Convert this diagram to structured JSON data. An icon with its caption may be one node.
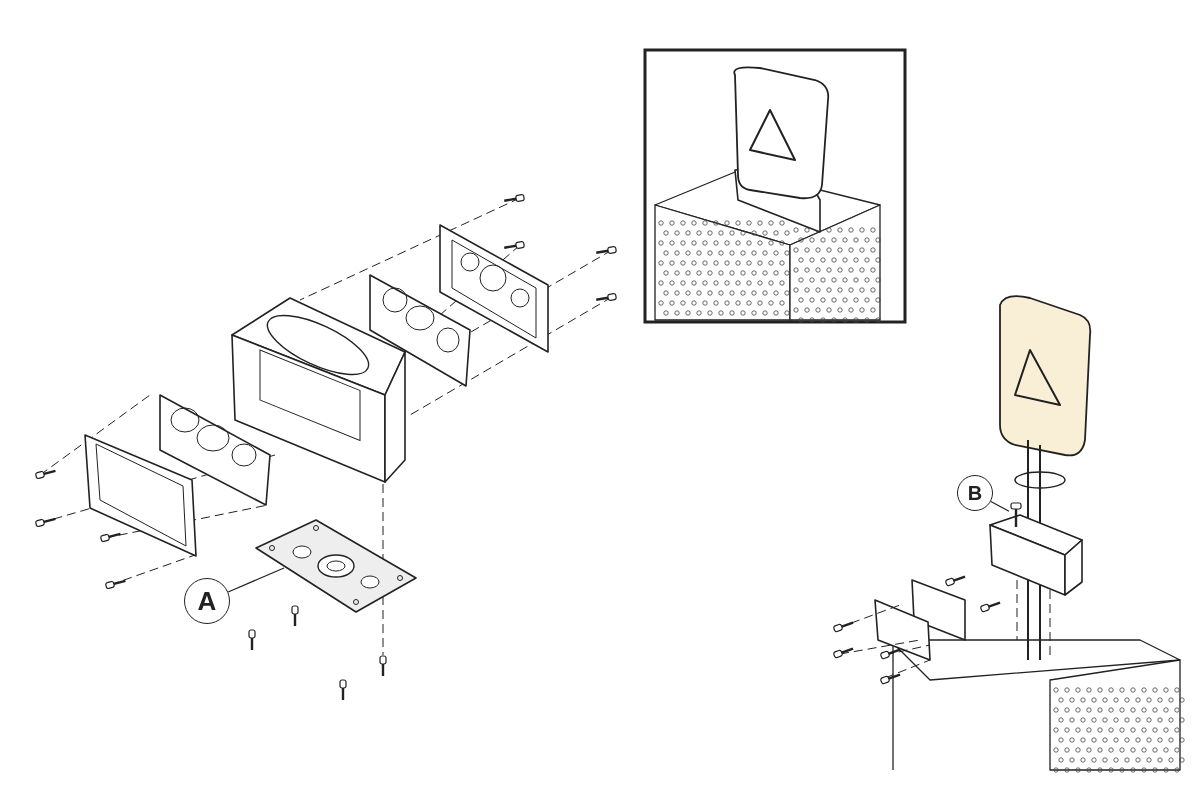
{
  "diagram": {
    "nodes": [
      {
        "text": [
          "A"
        ]
      },
      {
        "text": [],
        "shape": "picture"
      },
      {
        "text": [
          "B"
        ]
      },
      {
        "text": [],
        "shape": "picture"
      }
    ],
    "edges": [
      {
        "from": 0,
        "to": 1,
        "arrow": "none"
      },
      {
        "from": 2,
        "to": 3,
        "arrow": "none"
      }
    ]
  }
}
